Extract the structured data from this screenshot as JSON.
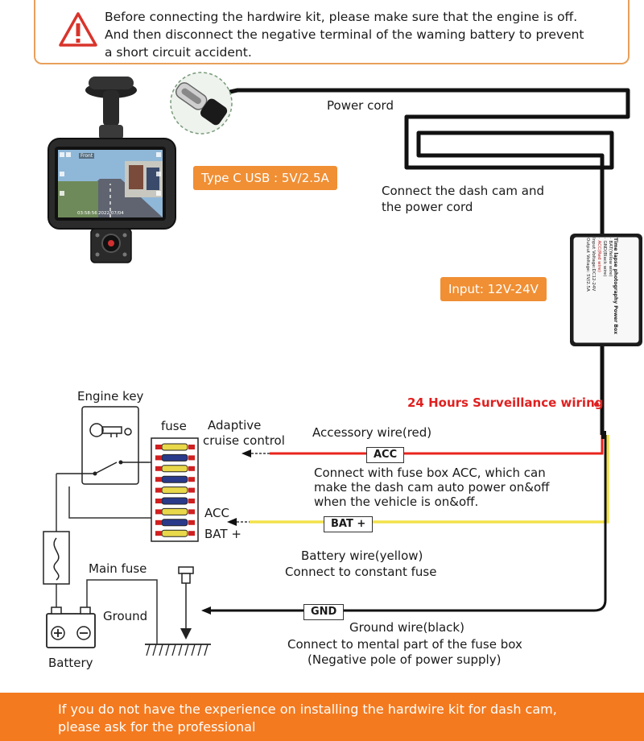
{
  "warning": {
    "lines": [
      "Before connecting the hardwire kit, please make sure that the engine is off.",
      "And then disconnect the negative terminal of the waming battery to prevent",
      "a short circuit accident."
    ]
  },
  "labels": {
    "power_cord": "Power cord",
    "type_c": "Type C USB : 5V/2.5A",
    "connect_line1": "Connect the dash cam and",
    "connect_line2": "the power cord",
    "input": "Input: 12V-24V",
    "surveillance": "24 Hours Surveillance wiring",
    "engine_key": "Engine key",
    "fuse": "fuse",
    "adaptive_line1": "Adaptive",
    "adaptive_line2": "cruise control",
    "accessory_wire": "Accessory wire(red)",
    "acc_tag": "ACC",
    "acc_desc1": "Connect with fuse box ACC, which can",
    "acc_desc2": "make the dash cam auto power on&off",
    "acc_desc3": "when the vehicle is on&off.",
    "acc_fuse": "ACC",
    "bat_fuse": "BAT +",
    "bat_tag": "BAT +",
    "battery_wire1": "Battery wire(yellow)",
    "battery_wire2": "Connect to constant fuse",
    "main_fuse": "Main fuse",
    "ground": "Ground",
    "gnd_tag": "GND",
    "ground_wire": "Ground wire(black)",
    "ground_desc1": "Connect to mental part of the fuse box",
    "ground_desc2": "(Negative pole of power supply)",
    "battery": "Battery"
  },
  "screen": {
    "front": "Front",
    "time": "03:58:56",
    "date": "2022/07/04"
  },
  "power_box": {
    "title": "Time lapse photography Power Box",
    "line1": "· BAT(Yellow wire)",
    "line2": "· GND(Black wire)",
    "line3": "· ACC(Red wire)",
    "spec1": "Input Voltage:DC12-24V",
    "spec2": "Output Voltage: 5V/2.5A"
  },
  "bottom": {
    "line1": "If you do not have the experience on installing the hardwire kit for dash cam,",
    "line2": "please ask for the professional"
  },
  "colors": {
    "orange": "#f08f34",
    "red_wire": "#e8241c",
    "yellow_wire": "#f2e24a",
    "black_wire": "#111111",
    "surveillance_red": "#e02020"
  }
}
